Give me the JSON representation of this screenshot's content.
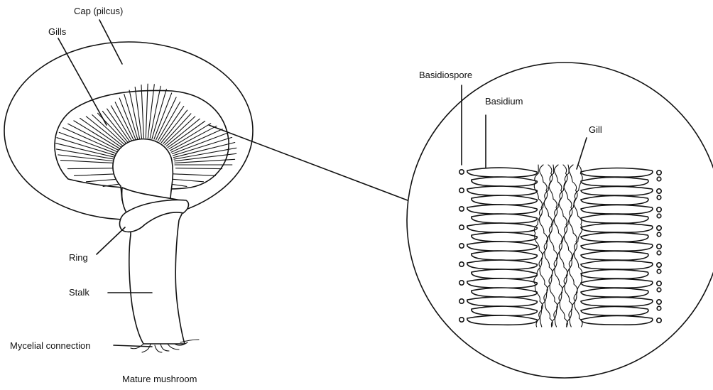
{
  "labels": {
    "cap": "Cap (pilcus)",
    "gills": "Gills",
    "ring": "Ring",
    "stalk": "Stalk",
    "mycelial": "Mycelial connection",
    "caption": "Mature mushroom",
    "basidiospore": "Basidiospore",
    "basidium": "Basidium",
    "gill": "Gill"
  }
}
